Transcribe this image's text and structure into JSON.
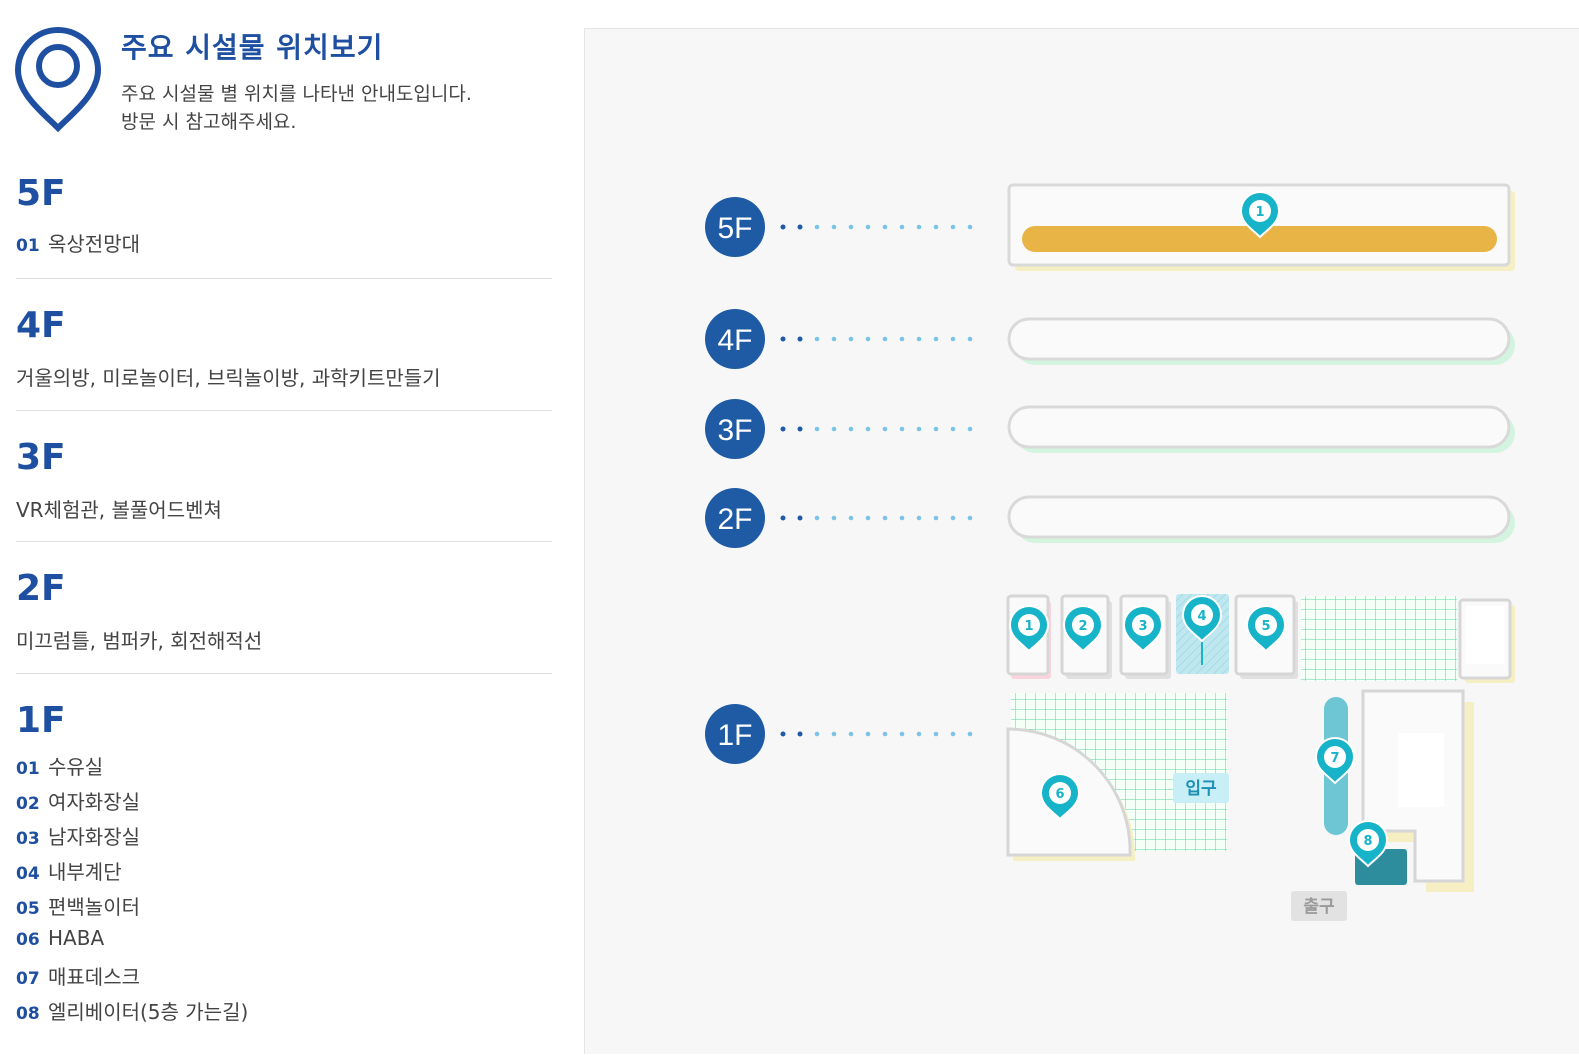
{
  "header": {
    "title": "주요 시설물 위치보기",
    "desc_line1": "주요 시설물 별 위치를 나타낸 안내도입니다.",
    "desc_line2": "방문 시 참고해주세요.",
    "icon": "location-pin-icon"
  },
  "floors": {
    "f5": {
      "label": "5F",
      "items": [
        {
          "num": "01",
          "name": "옥상전망대"
        }
      ]
    },
    "f4": {
      "label": "4F",
      "text": "거울의방, 미로놀이터, 브릭놀이방, 과학키트만들기"
    },
    "f3": {
      "label": "3F",
      "text": "VR체험관, 볼풀어드벤쳐"
    },
    "f2": {
      "label": "2F",
      "text": "미끄럼틀, 범퍼카, 회전해적선"
    },
    "f1": {
      "label": "1F",
      "items": [
        {
          "num": "01",
          "name": "수유실"
        },
        {
          "num": "02",
          "name": "여자화장실"
        },
        {
          "num": "03",
          "name": "남자화장실"
        },
        {
          "num": "04",
          "name": "내부계단"
        },
        {
          "num": "05",
          "name": "편백놀이터"
        },
        {
          "num": "06",
          "name": "HABA"
        },
        {
          "num": "07",
          "name": "매표데스크"
        },
        {
          "num": "08",
          "name": "엘리베이터(5층 가는길)"
        }
      ]
    }
  },
  "map": {
    "floor_badges": [
      "5F",
      "4F",
      "3F",
      "2F",
      "1F"
    ],
    "pins": [
      "1",
      "1",
      "2",
      "3",
      "4",
      "5",
      "6",
      "7",
      "8"
    ],
    "entrance_label": "입구",
    "exit_label": "출구",
    "colors": {
      "badge": "#1f5aa5",
      "pin": "#17b3c8",
      "accent_bar": "#e8b446",
      "grid": "#5dd39a"
    }
  }
}
